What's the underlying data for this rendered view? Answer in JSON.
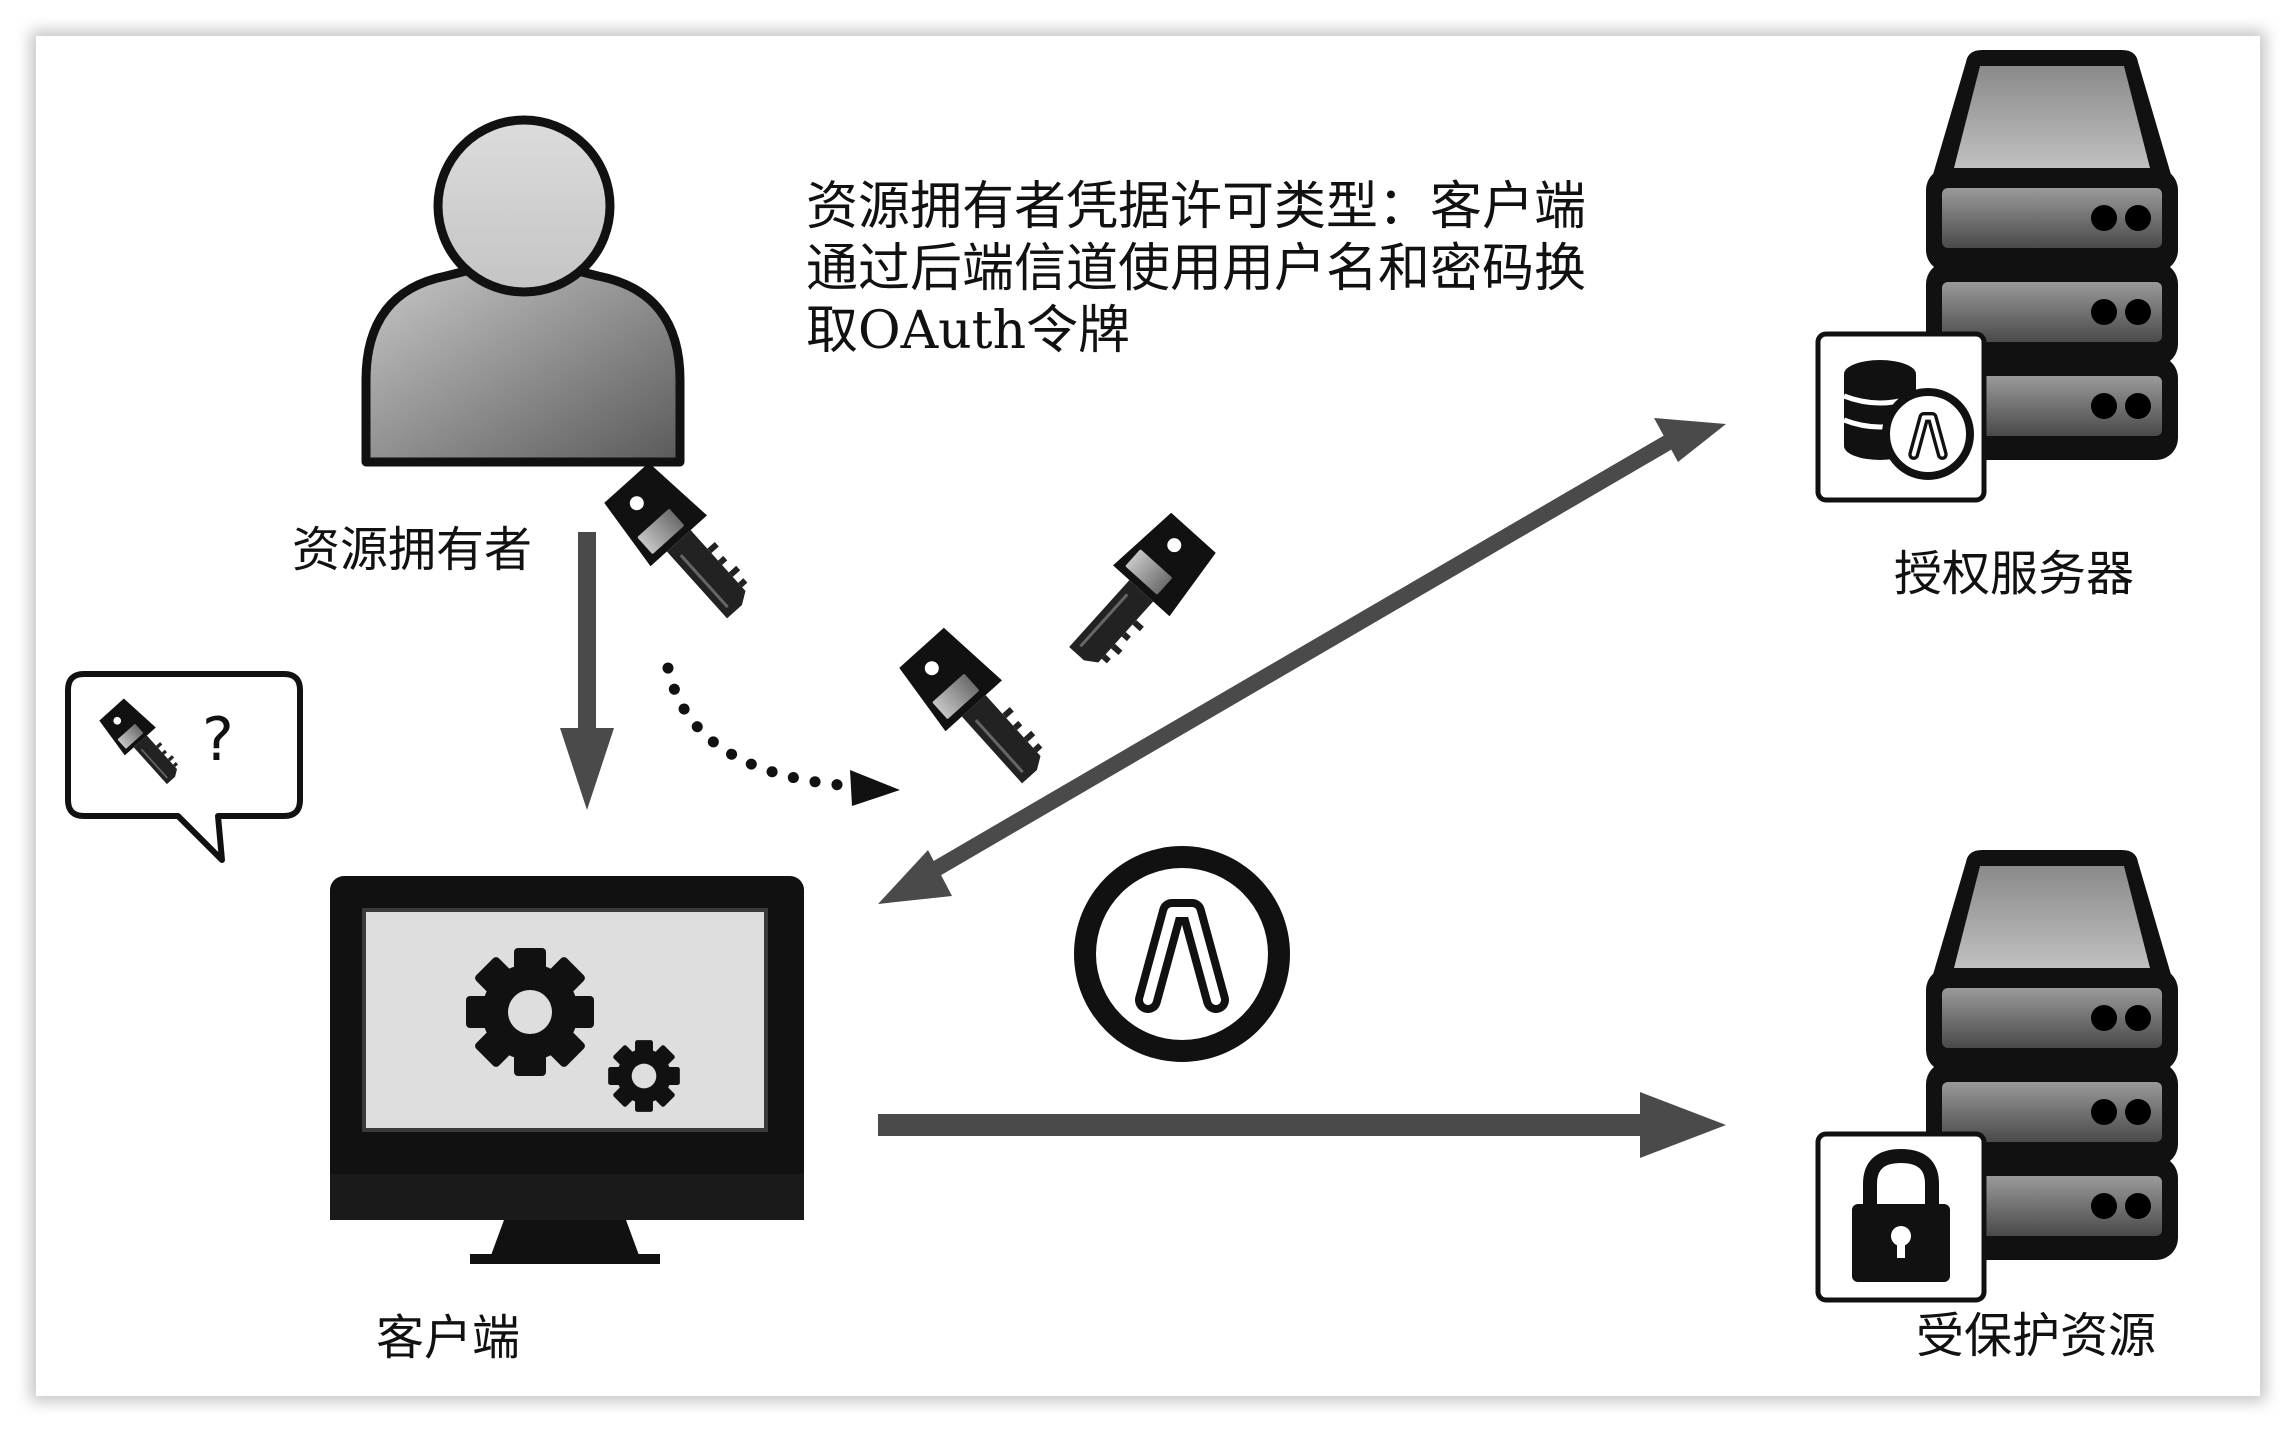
{
  "description": "资源拥有者凭据许可类型：客户端\n通过后端信道使用用户名和密码换\n取OAuth令牌",
  "nodes": {
    "resource_owner": "资源拥有者",
    "client": "客户端",
    "auth_server": "授权服务器",
    "protected_resource": "受保护资源"
  },
  "speech_bubble": {
    "text": "?"
  },
  "token_badge": {
    "letter": "A"
  },
  "colors": {
    "arrow": "#4a4a4a",
    "outline": "#000000",
    "screen": "#dedede",
    "server_body": "#2a2a2a"
  },
  "icons": [
    "user-icon",
    "key-icon",
    "monitor-icon",
    "gear-icon",
    "server-icon",
    "database-icon",
    "lock-icon",
    "token-icon"
  ]
}
